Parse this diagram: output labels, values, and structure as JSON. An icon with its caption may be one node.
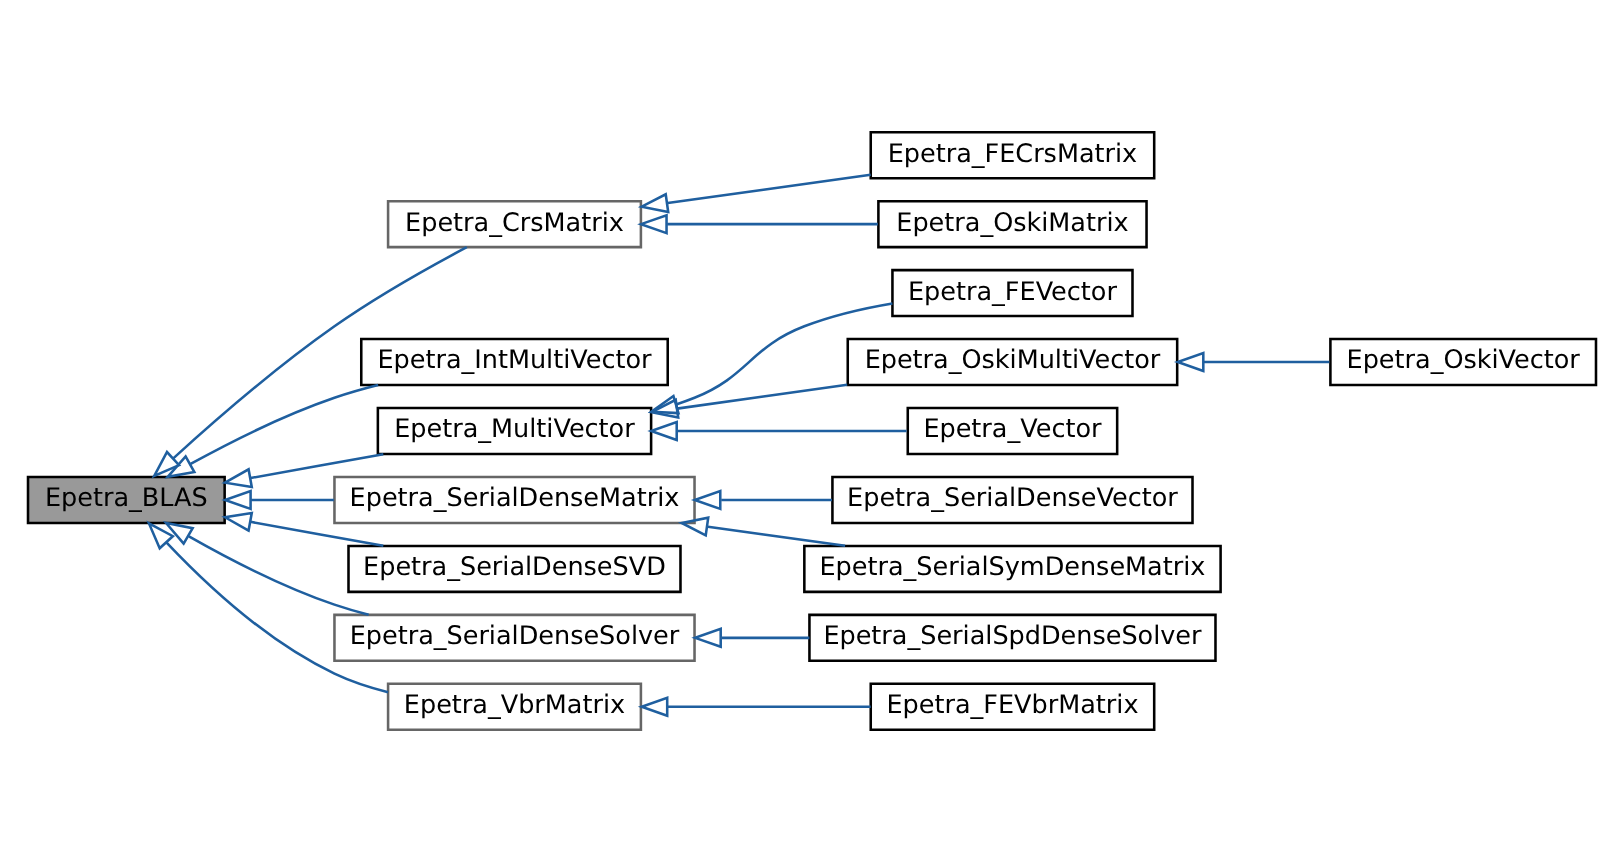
{
  "diagram": {
    "nodes": [
      {
        "text": [
          "Epetra_BLAS"
        ]
      },
      {
        "text": [
          "Epetra_CrsMatrix"
        ]
      },
      {
        "text": [
          "Epetra_FECrsMatrix"
        ]
      },
      {
        "text": [
          "Epetra_OskiMatrix"
        ]
      },
      {
        "text": [
          "Epetra_IntMultiVector"
        ]
      },
      {
        "text": [
          "Epetra_MultiVector"
        ]
      },
      {
        "text": [
          "Epetra_FEVector"
        ]
      },
      {
        "text": [
          "Epetra_OskiMultiVector"
        ]
      },
      {
        "text": [
          "Epetra_OskiVector"
        ]
      },
      {
        "text": [
          "Epetra_Vector"
        ]
      },
      {
        "text": [
          "Epetra_SerialDenseMatrix"
        ]
      },
      {
        "text": [
          "Epetra_SerialDenseVector"
        ]
      },
      {
        "text": [
          "Epetra_SerialSymDenseMatrix"
        ]
      },
      {
        "text": [
          "Epetra_SerialDenseSVD"
        ]
      },
      {
        "text": [
          "Epetra_SerialDenseSolver"
        ]
      },
      {
        "text": [
          "Epetra_SerialSpdDenseSolver"
        ]
      },
      {
        "text": [
          "Epetra_VbrMatrix"
        ]
      },
      {
        "text": [
          "Epetra_FEVbrMatrix"
        ]
      }
    ],
    "edges": [
      {
        "from": 1,
        "to": 0,
        "arrow": "to"
      },
      {
        "from": 2,
        "to": 1,
        "arrow": "to"
      },
      {
        "from": 3,
        "to": 1,
        "arrow": "to"
      },
      {
        "from": 4,
        "to": 0,
        "arrow": "to"
      },
      {
        "from": 5,
        "to": 0,
        "arrow": "to"
      },
      {
        "from": 6,
        "to": 5,
        "arrow": "to"
      },
      {
        "from": 7,
        "to": 5,
        "arrow": "to"
      },
      {
        "from": 8,
        "to": 7,
        "arrow": "to"
      },
      {
        "from": 9,
        "to": 5,
        "arrow": "to"
      },
      {
        "from": 10,
        "to": 0,
        "arrow": "to"
      },
      {
        "from": 11,
        "to": 10,
        "arrow": "to"
      },
      {
        "from": 12,
        "to": 10,
        "arrow": "to"
      },
      {
        "from": 13,
        "to": 0,
        "arrow": "to"
      },
      {
        "from": 14,
        "to": 0,
        "arrow": "to"
      },
      {
        "from": 15,
        "to": 14,
        "arrow": "to"
      },
      {
        "from": 16,
        "to": 0,
        "arrow": "to"
      },
      {
        "from": 17,
        "to": 16,
        "arrow": "to"
      }
    ]
  }
}
